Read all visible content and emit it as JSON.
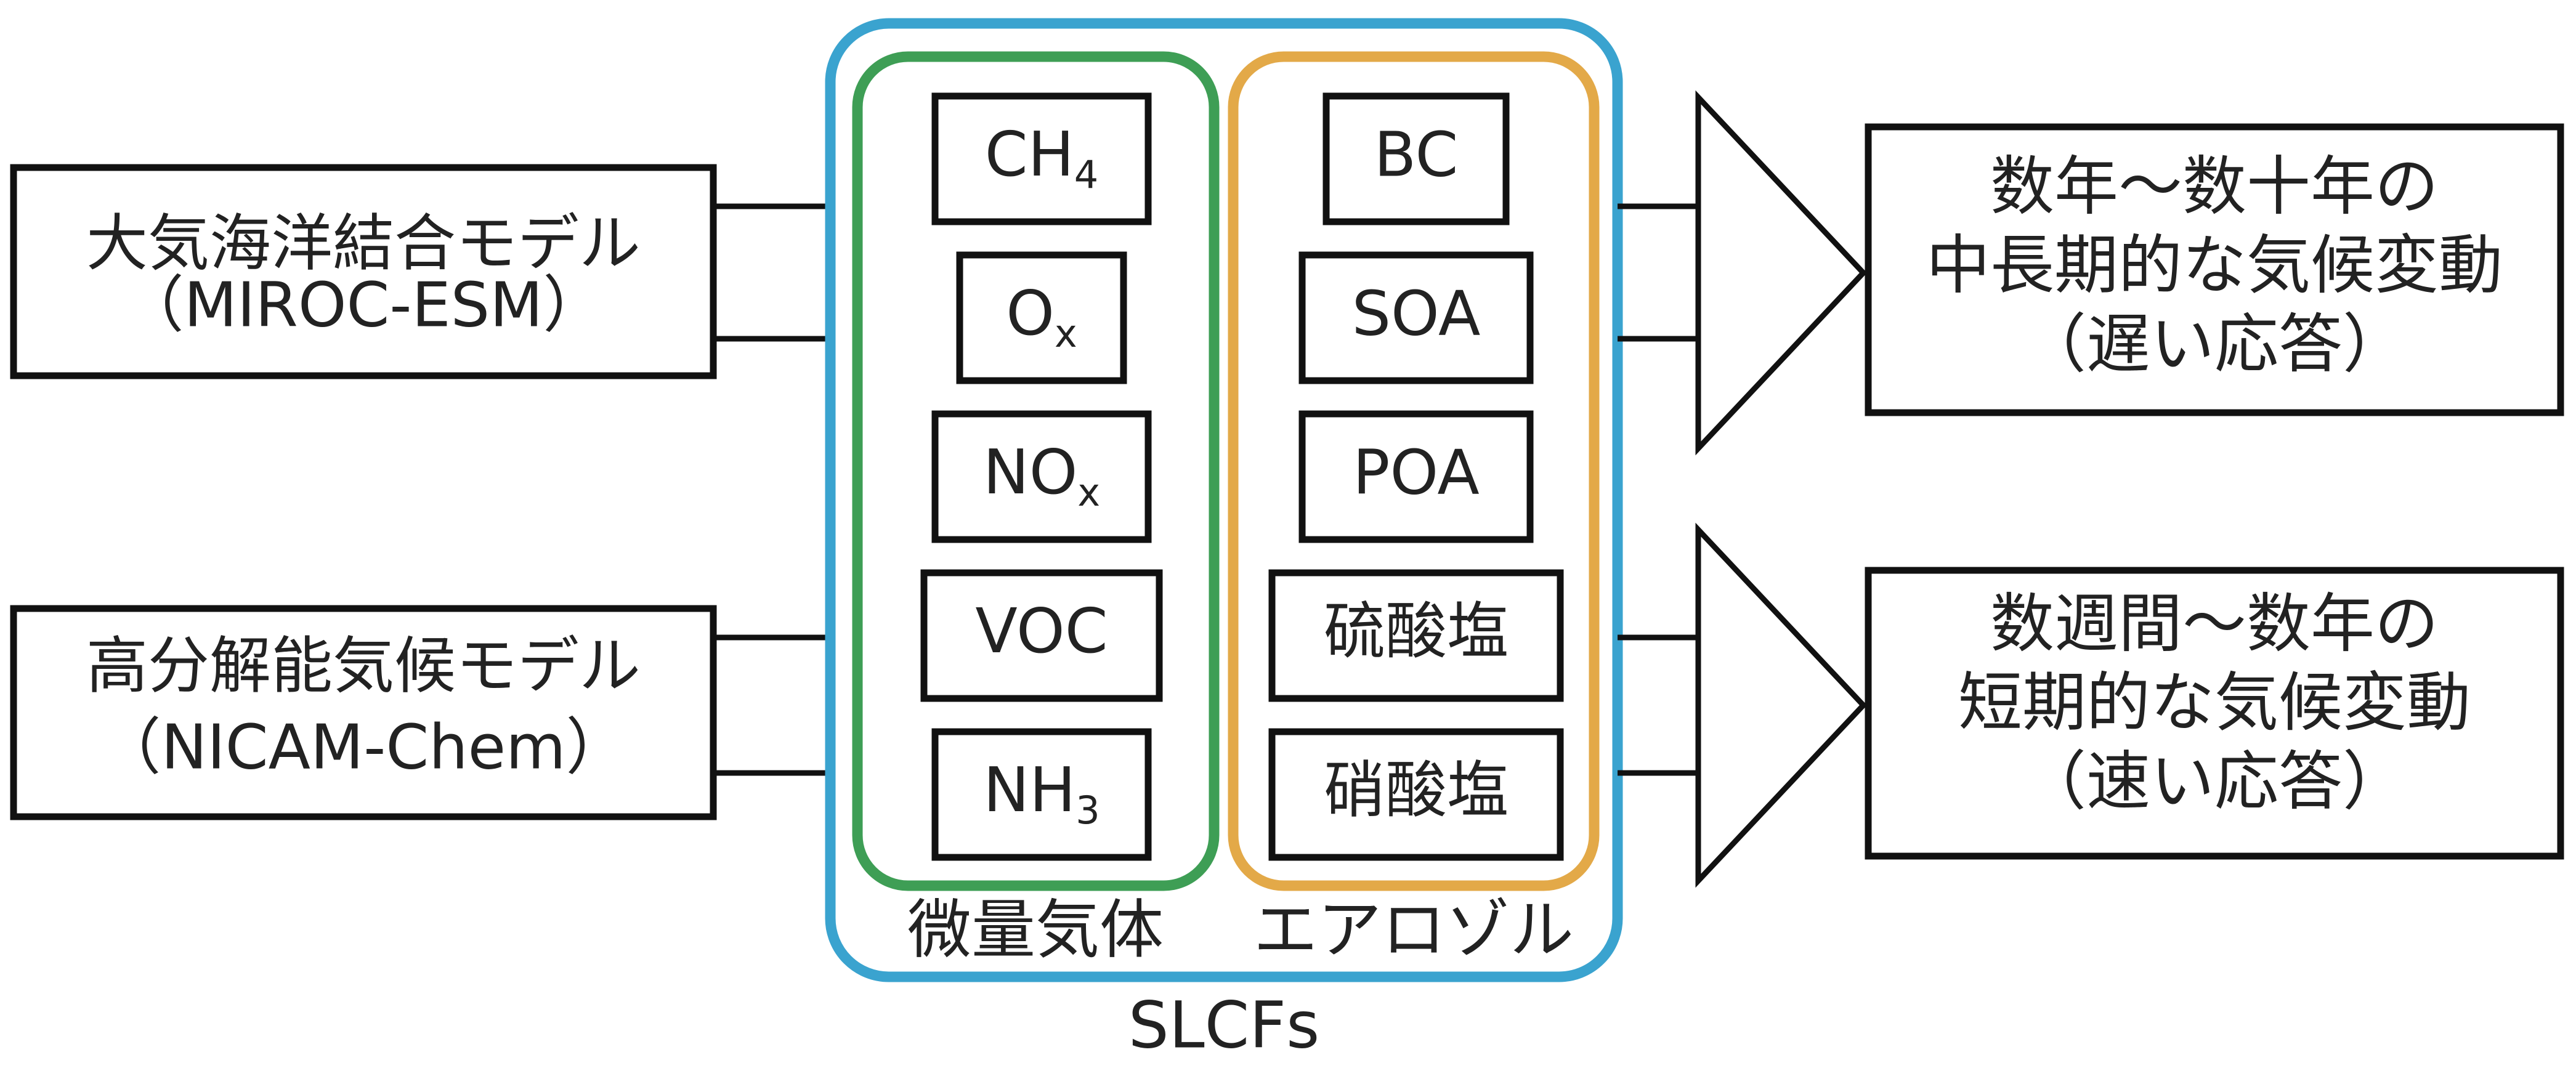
{
  "models": [
    {
      "name": "大気海洋結合モデル",
      "code": "（MIROC-ESM）"
    },
    {
      "name": "高分解能気候モデル",
      "code": "（NICAM-Chem）"
    }
  ],
  "gases": {
    "label": "微量気体",
    "items": [
      {
        "main": "CH",
        "sub": "4"
      },
      {
        "main": "O",
        "sub": "x"
      },
      {
        "main": "NO",
        "sub": "x"
      },
      {
        "main": "VOC",
        "sub": ""
      },
      {
        "main": "NH",
        "sub": "3"
      }
    ]
  },
  "aerosols": {
    "label": "エアロゾル",
    "items": [
      "BC",
      "SOA",
      "POA",
      "硫酸塩",
      "硝酸塩"
    ]
  },
  "slcf_label": "SLCFs",
  "responses": [
    {
      "lines": [
        "数年～数十年の",
        "中長期的な気候変動",
        "（遅い応答）"
      ]
    },
    {
      "lines": [
        "数週間～数年の",
        "短期的な気候変動",
        "（速い応答）"
      ]
    }
  ],
  "colors": {
    "slcf_frame": "#3aa3cf",
    "gas_frame": "#3e9e55",
    "aerosol_frame": "#e3a948",
    "stroke": "#111111",
    "text": "#222222"
  }
}
